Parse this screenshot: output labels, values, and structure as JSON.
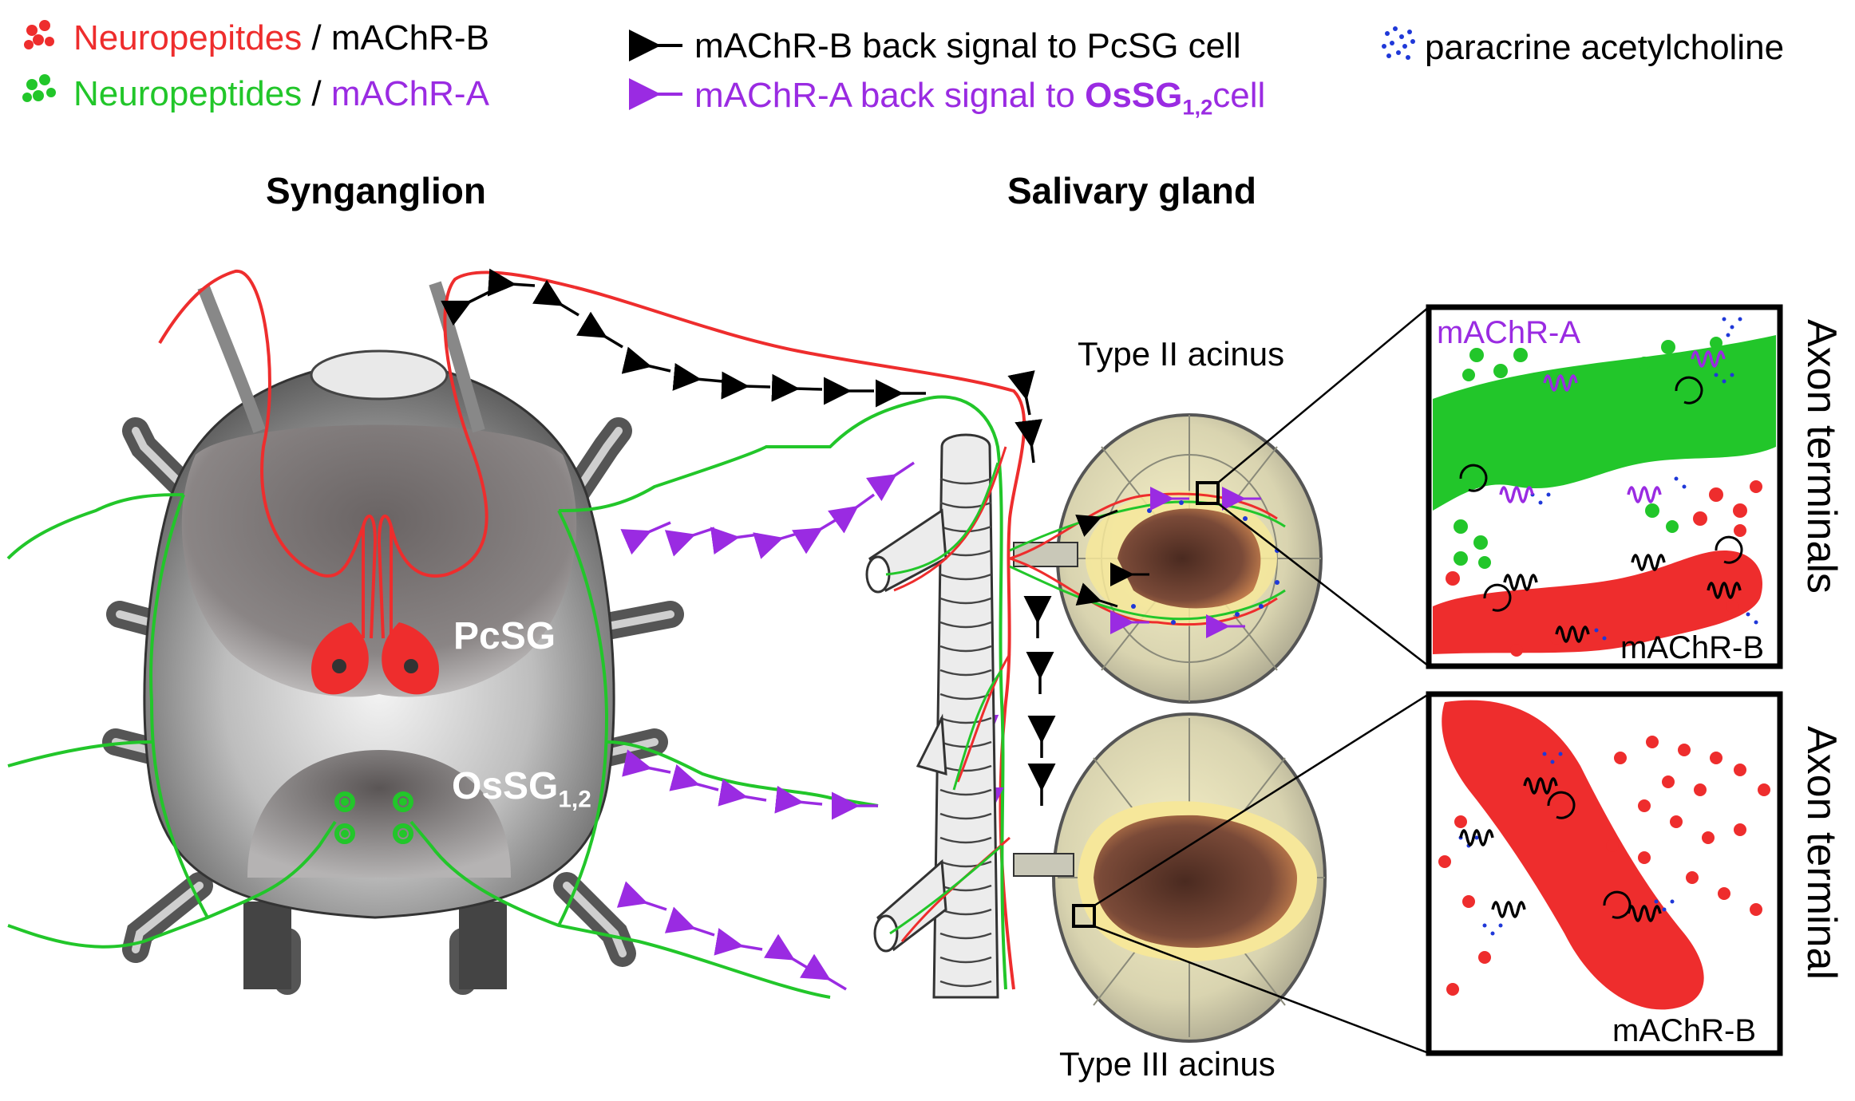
{
  "colors": {
    "red": "#ee2d2d",
    "green": "#22c62a",
    "purple": "#9a2be2",
    "black": "#000000",
    "blue": "#1f38d8"
  },
  "legend": {
    "item1": {
      "part1": "Neuropepitdes",
      "sep": " / ",
      "part2": "mAChR-B"
    },
    "item2": {
      "part1": "Neuropeptides",
      "sep": " / ",
      "part2": "mAChR-A"
    },
    "item3": {
      "text": "mAChR-B back signal to PcSG cell"
    },
    "item4": {
      "text": "mAChR-A back signal to ",
      "cell": "OsSG",
      "sub": "1,2",
      "suffix": "cell"
    },
    "item5": {
      "text": "paracrine acetylcholine"
    }
  },
  "titles": {
    "synganglion": "Synganglion",
    "salivary_gland": "Salivary gland"
  },
  "labels": {
    "pcsg": "PcSG",
    "ossg": "OsSG",
    "ossg_sub": "1,2",
    "type2": "Type II acinus",
    "type3": "Type III acinus",
    "inset_top_machr_a": "mAChR-A",
    "inset_top_machr_b": "mAChR-B",
    "inset_bottom_machr_b": "mAChR-B",
    "axon_terminals": "Axon terminals",
    "axon_terminal": "Axon terminal"
  }
}
